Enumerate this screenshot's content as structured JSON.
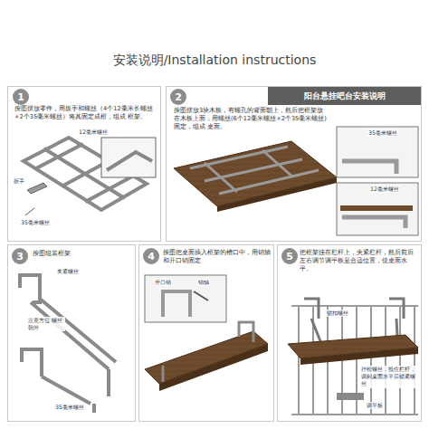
{
  "diagram": {
    "title": "安装说明/Installation instructions",
    "nodes": [
      {
        "text": [
          "按图摆放零件，用扳手和螺丝（4个12毫米长螺丝+2个35毫米螺丝）将其固定成框，组成 框架。"
        ]
      },
      {
        "text": [
          "1"
        ],
        "in": 0
      },
      {
        "text": [
          "按图摆放3块木板，有螺孔的背面朝上，然后把框架放在木板上面，用螺丝(6个12毫米螺丝+2个35毫米螺丝) 固定，组成 桌面。"
        ]
      },
      {
        "text": [
          "2"
        ],
        "in": 2
      },
      {
        "text": [
          "阳台悬挂吧台安装说明"
        ],
        "in": 2
      },
      {
        "text": [
          "按图组装框架"
        ]
      },
      {
        "text": [
          "3"
        ],
        "in": 5
      },
      {
        "text": [
          "按图把桌面插入框架的槽口中，用销轴和开口销固定"
        ]
      },
      {
        "text": [
          "4"
        ],
        "in": 7
      },
      {
        "text": [
          "把框架挂在栏杆上，夹紧栏杆，然后前后左右调节调平板至合适位置，使桌面水平。"
        ]
      },
      {
        "text": [
          "5"
        ],
        "in": 9
      }
    ],
    "labels": [
      "12毫米螺丝",
      "扳手",
      "35毫米螺丝",
      "35毫米螺丝",
      "12毫米螺丝",
      "夹紧螺丝",
      "注意方位 螺丝朝外",
      "35毫米螺丝",
      "开口销",
      "销轴",
      "锁扣螺丝",
      "拧松螺丝，抵住栏杆，调到桌面水平后锁紧螺丝",
      "调平板"
    ]
  }
}
